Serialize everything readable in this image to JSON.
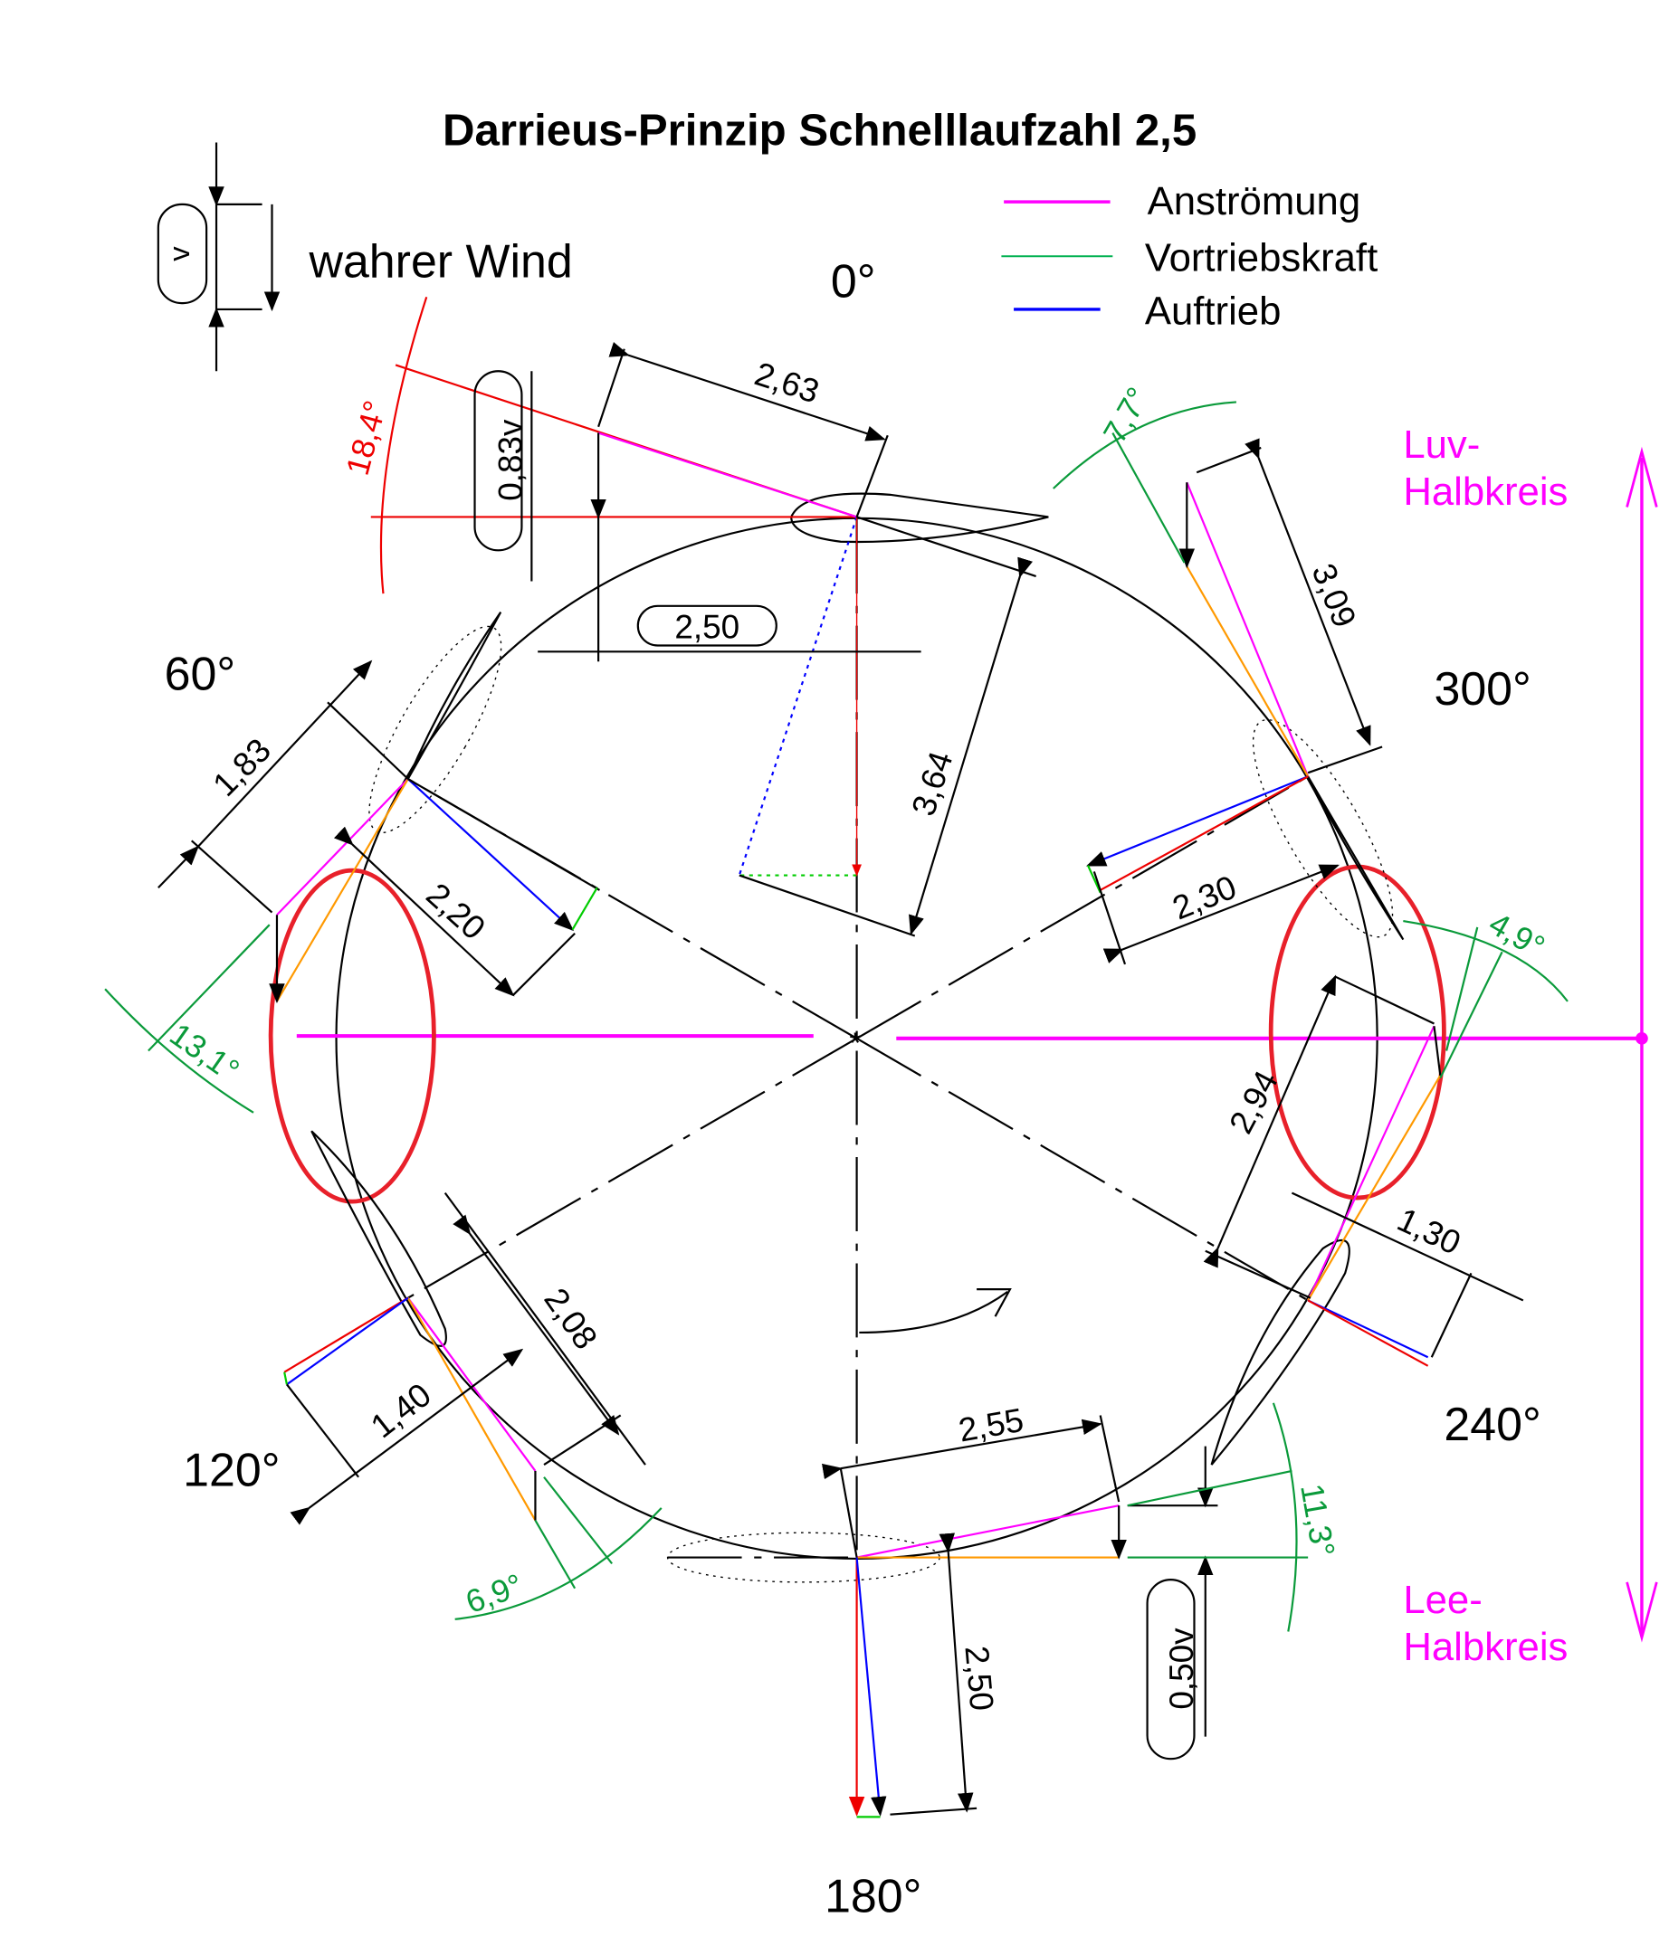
{
  "title": "Darrieus-Prinzip Schnelllaufzahl 2,5",
  "wind": {
    "symbol": "v",
    "label": "wahrer Wind"
  },
  "legend": [
    {
      "label": "Anströmung",
      "color": "#ff00ff"
    },
    {
      "label": "Vortriebskraft",
      "color": "#00b050"
    },
    {
      "label": "Auftrieb",
      "color": "#0000ff"
    }
  ],
  "angles": {
    "a0": "0°",
    "a60": "60°",
    "a120": "120°",
    "a180": "180°",
    "a240": "240°",
    "a300": "300°"
  },
  "halves": {
    "luv": [
      "Luv-",
      "Halbkreis"
    ],
    "lee": [
      "Lee-",
      "Halbkreis"
    ],
    "color": "#ff00ff"
  },
  "dimensions": {
    "d0_flow": "2,63",
    "d0_wind": "0,83v",
    "d0_angle": "18,4°",
    "d0_speed": "2,50",
    "d0_lift": "3,64",
    "d60_flow": "1,83",
    "d60_lift": "2,20",
    "d60_angle": "13,1°",
    "d300_flow": "3,09",
    "d300_lift": "2,30",
    "d300_angle": "7,7°",
    "d240_flow": "2,94",
    "d240_lift": "1,30",
    "d240_angle": "4,9°",
    "d120_flow": "2,08",
    "d120_lift": "1,40",
    "d120_angle": "6,9°",
    "d180_flow": "2,55",
    "d180_lift": "2,50",
    "d180_wind": "0,50v",
    "d180_angle": "11,3°"
  }
}
